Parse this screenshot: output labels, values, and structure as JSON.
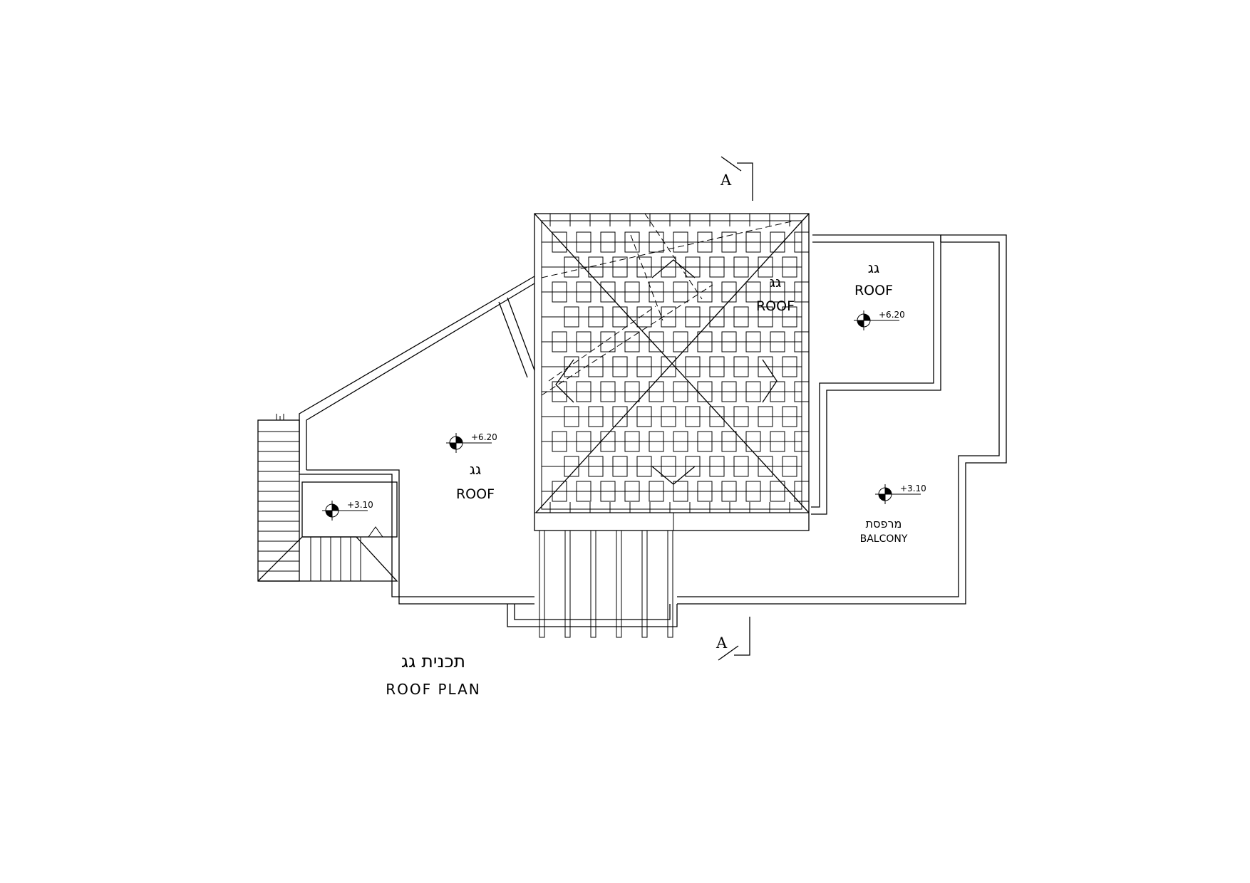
{
  "drawing": {
    "title_he": "תכנית גג",
    "title_en": "ROOF PLAN",
    "section_mark": "A"
  },
  "labels": {
    "roof_he": "גג",
    "roof_en": "ROOF",
    "balcony_he": "מרפסת",
    "balcony_en": "BALCONY"
  },
  "levels": {
    "roof_level": "+6.20",
    "lower_level": "+3.10"
  },
  "colors": {
    "line": "#000000",
    "background": "#ffffff"
  }
}
